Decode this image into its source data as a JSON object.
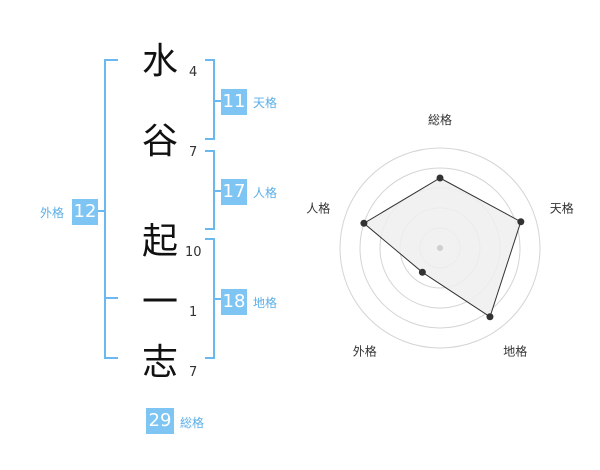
{
  "name": {
    "chars": [
      {
        "char": "水",
        "strokes": "4"
      },
      {
        "char": "谷",
        "strokes": "7"
      },
      {
        "char": "起",
        "strokes": "10"
      },
      {
        "char": "一",
        "strokes": "1"
      },
      {
        "char": "志",
        "strokes": "7"
      }
    ]
  },
  "kaku": {
    "tenkaku": {
      "value": "11",
      "label": "天格"
    },
    "jinkaku": {
      "value": "17",
      "label": "人格"
    },
    "chikaku": {
      "value": "18",
      "label": "地格"
    },
    "gaikaku": {
      "value": "12",
      "label": "外格"
    },
    "soukaku": {
      "value": "29",
      "label": "総格"
    }
  },
  "colors": {
    "accent": "#7ec5f3",
    "bracket": "#69b8ee",
    "radar_fill": "#efefef"
  },
  "chart_data": {
    "type": "radar",
    "axes": [
      "総格",
      "天格",
      "地格",
      "外格",
      "人格"
    ],
    "values": [
      0.7,
      0.85,
      0.85,
      0.3,
      0.8
    ],
    "range": [
      0,
      1
    ],
    "grid": true
  }
}
